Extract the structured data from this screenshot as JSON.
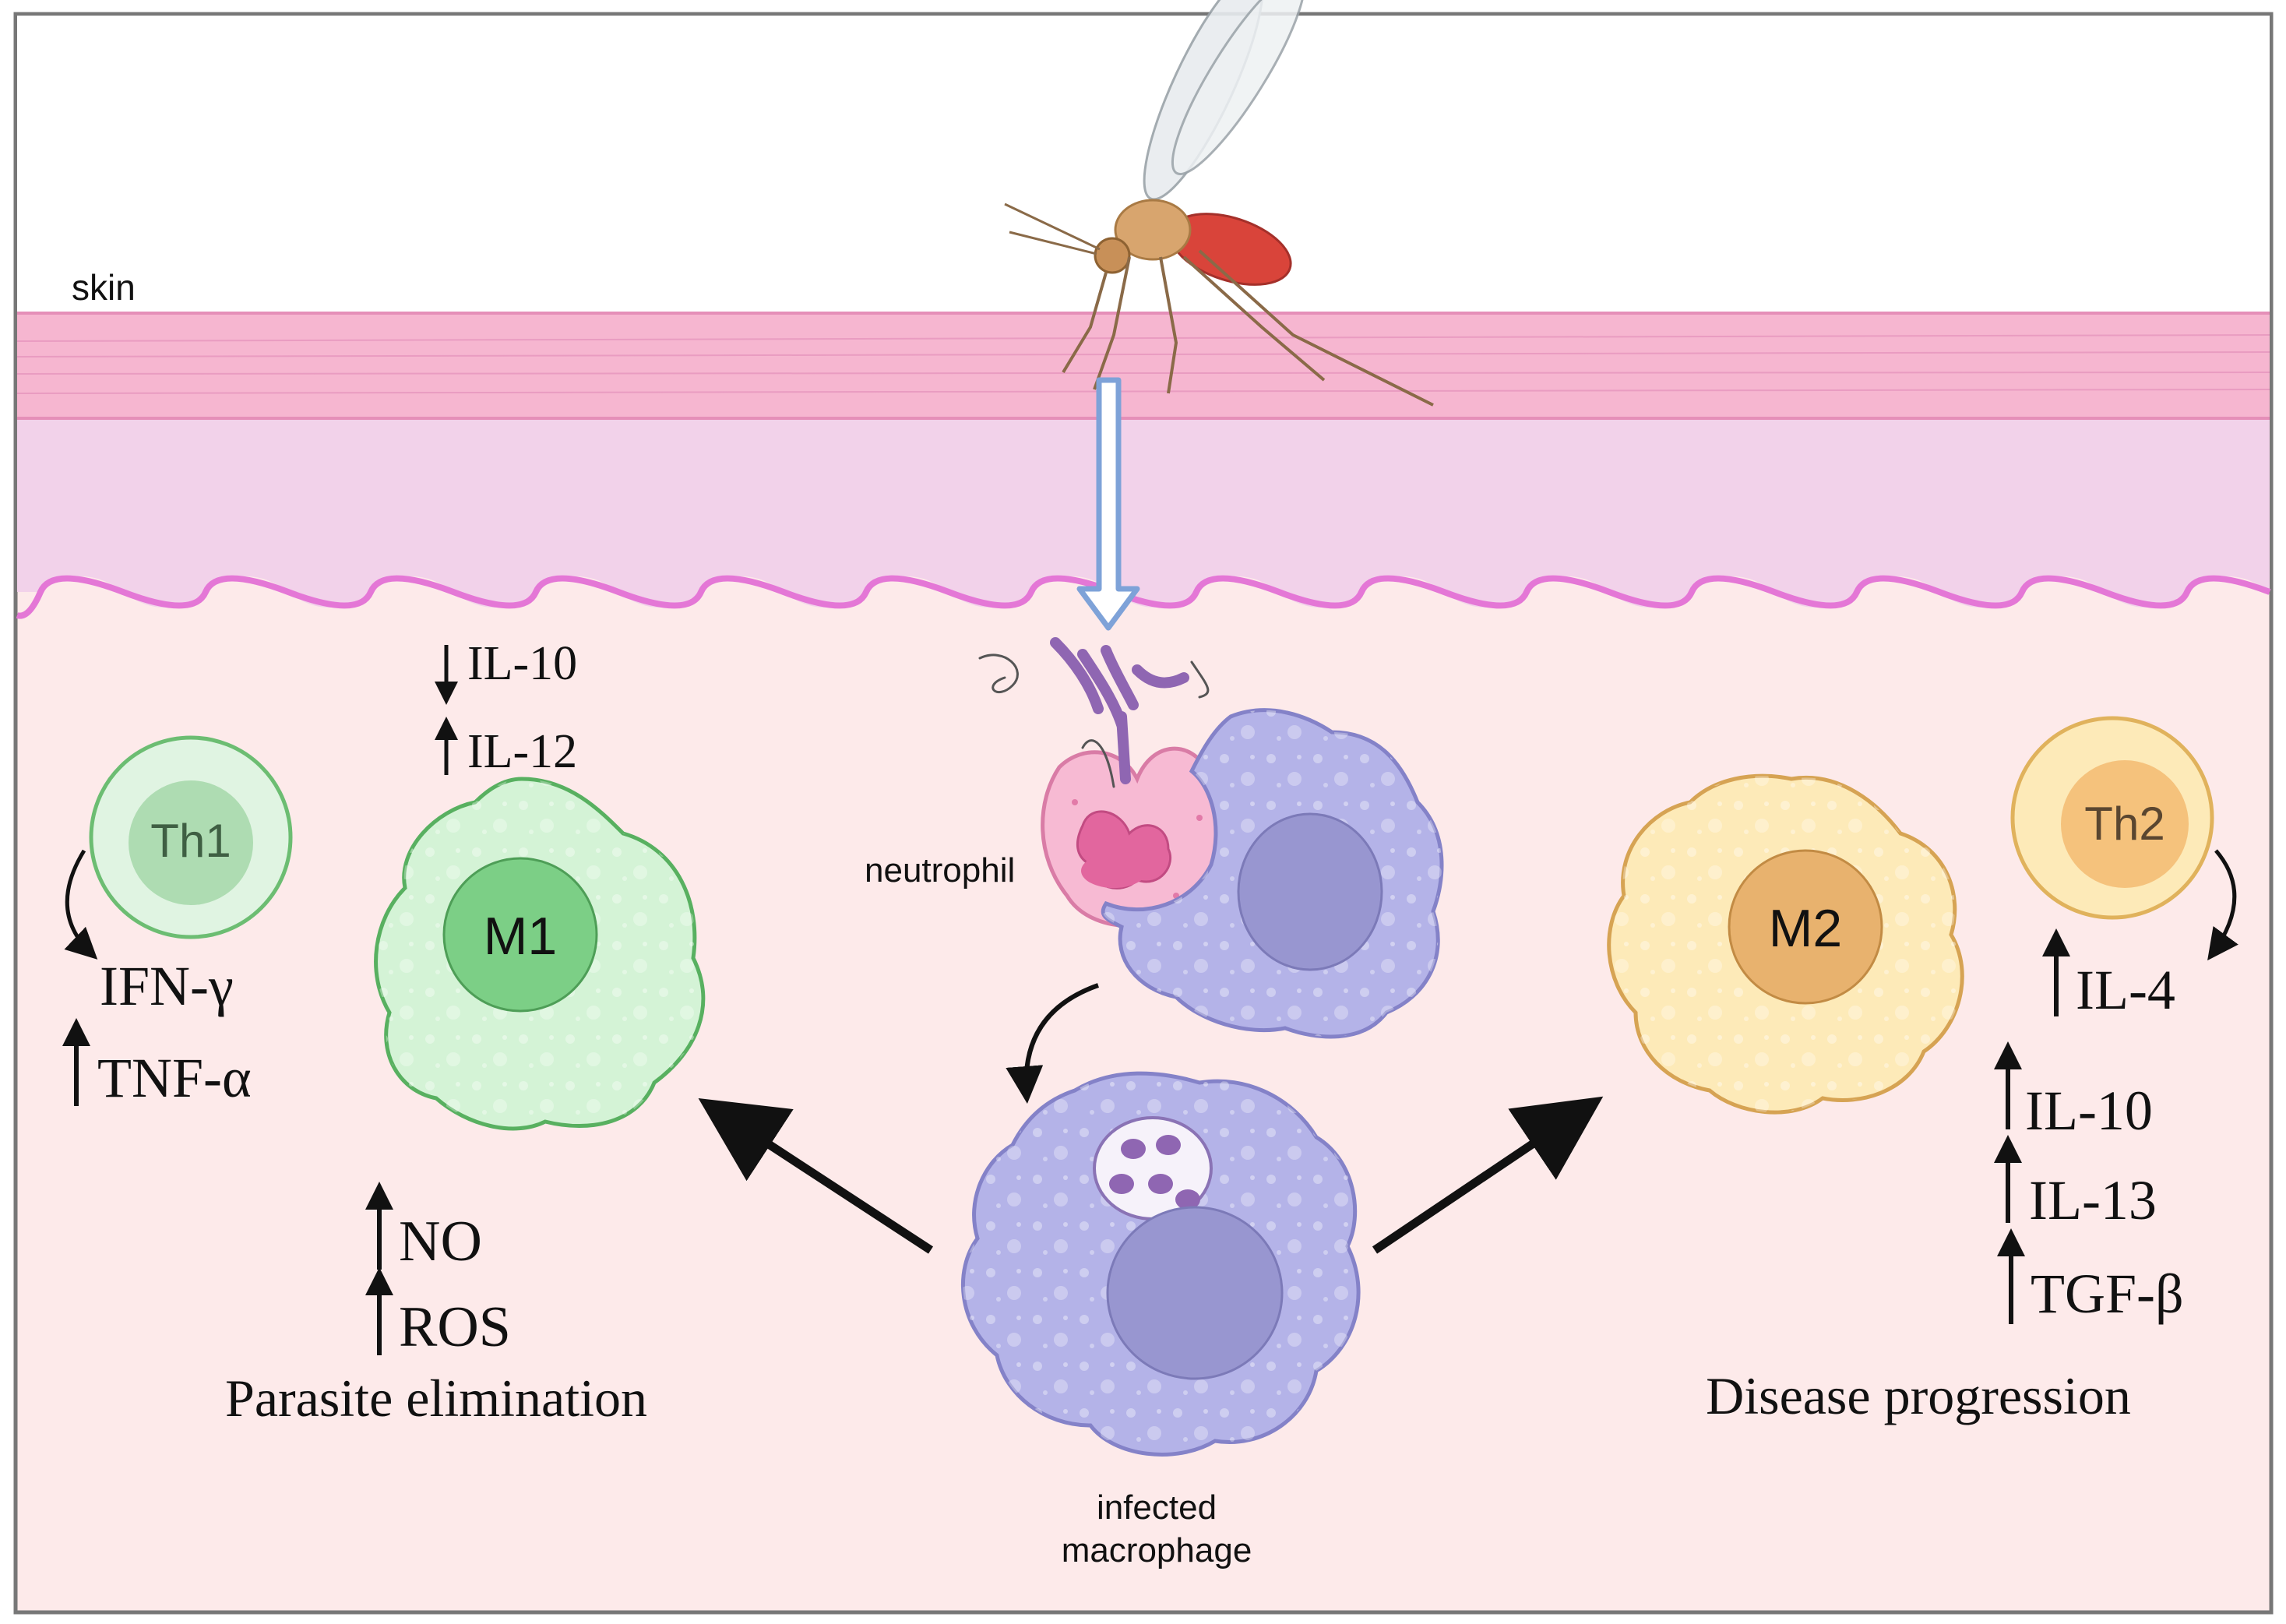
{
  "labels": {
    "skin": "skin",
    "neutrophil": "neutrophil",
    "infected_macrophage_line1": "infected",
    "infected_macrophage_line2": "macrophage",
    "th1": "Th1",
    "th2": "Th2",
    "m1": "M1",
    "m2": "M2"
  },
  "m1_cytokines": {
    "down": "IL-10",
    "up": "IL-12"
  },
  "th1_outputs": {
    "first": "IFN-γ",
    "second": "TNF-α"
  },
  "m1_effects": {
    "first": "NO",
    "second": "ROS",
    "outcome": "Parasite elimination"
  },
  "th2_outputs": {
    "first": "IL-4"
  },
  "m2_outputs": {
    "first": "IL-10",
    "second": "IL-13",
    "third": "TGF-β",
    "outcome": "Disease progression"
  },
  "colors": {
    "skin_band": "#f6b6d0",
    "dermis": "#f2d2ea",
    "tissue": "#fdeaea",
    "membrane": "#e477d6",
    "m1": "#d4f3d6",
    "m1_border": "#58b060",
    "m2": "#fdeab8",
    "m2_border": "#d6a353",
    "macrophage": "#b4b3e8",
    "macrophage_border": "#8482c8",
    "neutrophil": "#f7bad3",
    "parasite": "#8f66b2"
  }
}
